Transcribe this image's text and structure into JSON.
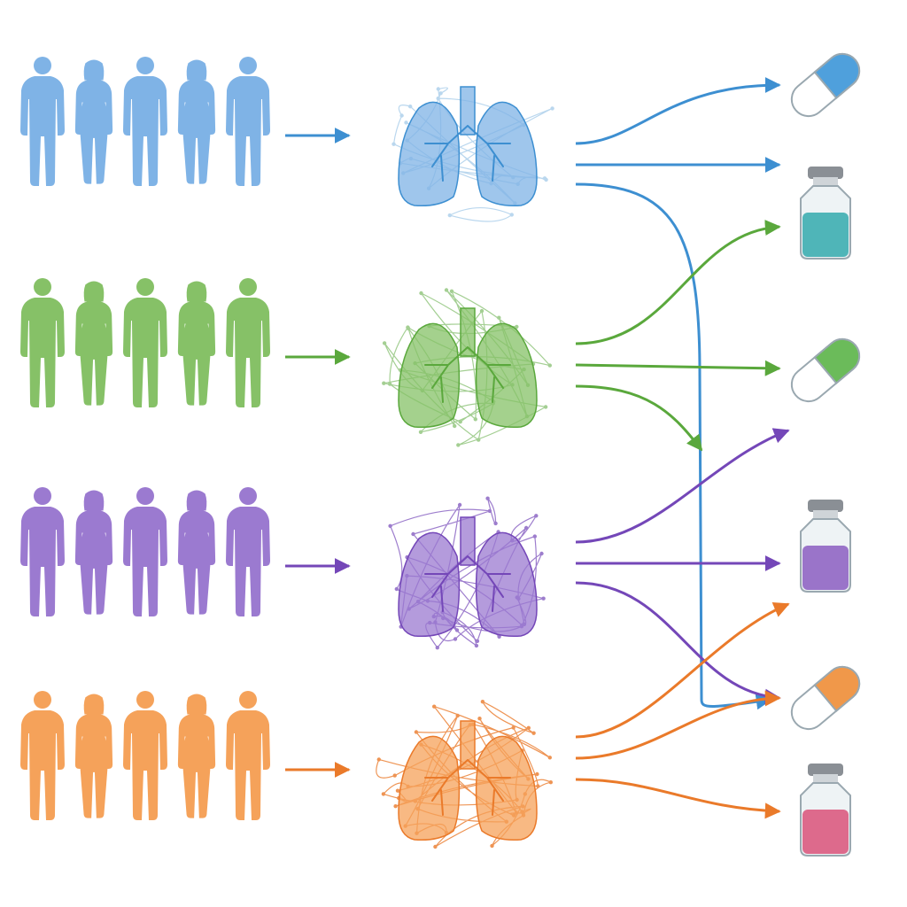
{
  "diagram": {
    "cohorts": [
      {
        "id": "blue",
        "color": "#7fb3e6",
        "dark": "#3d8fd1",
        "people": 5
      },
      {
        "id": "green",
        "color": "#86c167",
        "dark": "#5aa83c",
        "people": 5
      },
      {
        "id": "purple",
        "color": "#9b7ad0",
        "dark": "#7447b8",
        "people": 5
      },
      {
        "id": "orange",
        "color": "#f5a25a",
        "dark": "#ea7a2a",
        "people": 5
      }
    ],
    "treatments": [
      {
        "id": "capsule-blue",
        "kind": "capsule",
        "color": "#4fa0dc"
      },
      {
        "id": "vial-teal",
        "kind": "vial",
        "color": "#4fb5b8"
      },
      {
        "id": "capsule-green",
        "kind": "capsule",
        "color": "#6bbb5a"
      },
      {
        "id": "vial-purple",
        "kind": "vial",
        "color": "#9a74c9"
      },
      {
        "id": "capsule-orange",
        "kind": "capsule",
        "color": "#f0984a"
      },
      {
        "id": "vial-pink",
        "kind": "vial",
        "color": "#dd6a8c"
      }
    ]
  }
}
